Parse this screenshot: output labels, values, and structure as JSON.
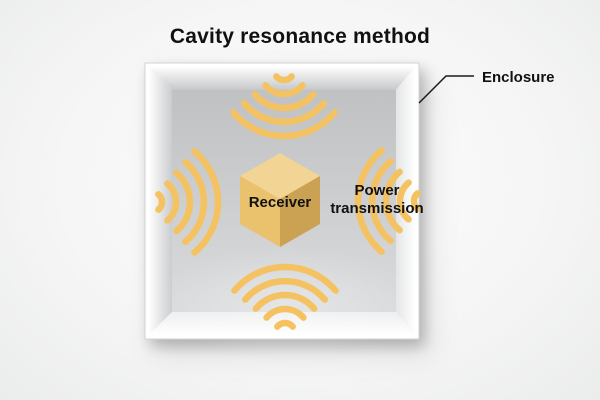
{
  "title": "Cavity resonance method",
  "diagram": {
    "enclosure_label": "Enclosure",
    "receiver_label": "Receiver",
    "power_label_line1": "Power",
    "power_label_line2": "transmission"
  },
  "waves": {
    "arc_count": 5,
    "positions": [
      "top",
      "left",
      "right",
      "bottom"
    ]
  },
  "colors": {
    "wave": "#F5C262",
    "cube_top": "#F2D494",
    "cube_left": "#EAC16C",
    "cube_right": "#CBA254",
    "floor_top": "#C0C1C3",
    "floor_bottom": "#DADBDD",
    "text": "#111111"
  }
}
